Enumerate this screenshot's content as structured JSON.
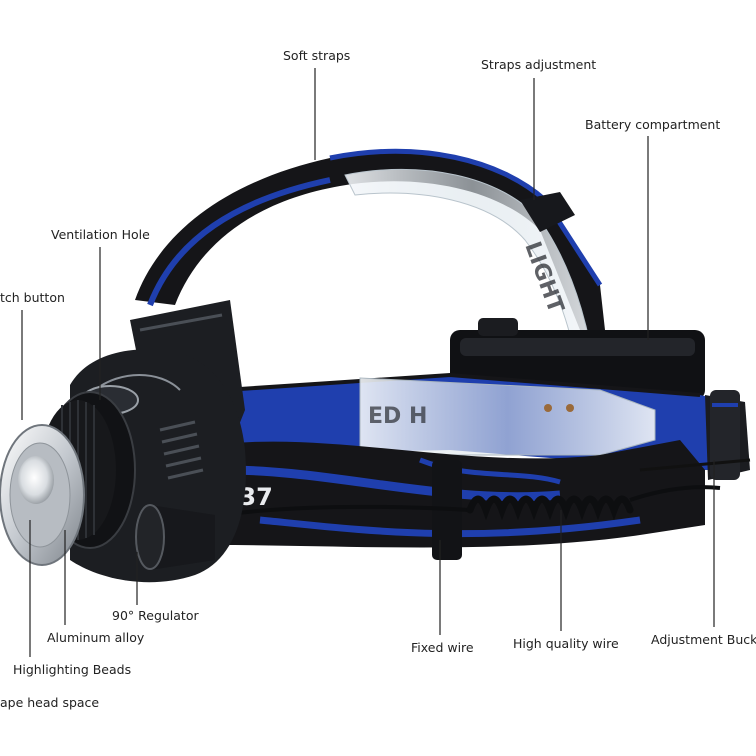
{
  "labels": {
    "soft_straps": "Soft straps",
    "straps_adjustment": "Straps adjustment",
    "battery_compartment": "Battery compartment",
    "ventilation_hole": "Ventilation Hole",
    "switch_button": "tch button",
    "regulator": "90° Regulator",
    "aluminum_alloy": "Aluminum alloy",
    "highlighting_beads": "Highlighting Beads",
    "head_space": "ape head space",
    "fixed_wire": "Fixed wire",
    "high_quality_wire": "High quality wire",
    "adjustment_buckle": "Adjustment Buckle"
  },
  "band_print": {
    "top": "LIGHT",
    "middle": "ED H",
    "side": "T37"
  },
  "colors": {
    "strap_black": "#151518",
    "strap_blue": "#1f3fae",
    "housing": "#1c1e22",
    "housing_rim": "#8a9098",
    "lens_ring": "#c9ced4",
    "clear_plastic": "#e8eef3",
    "leader_line": "#222222"
  }
}
